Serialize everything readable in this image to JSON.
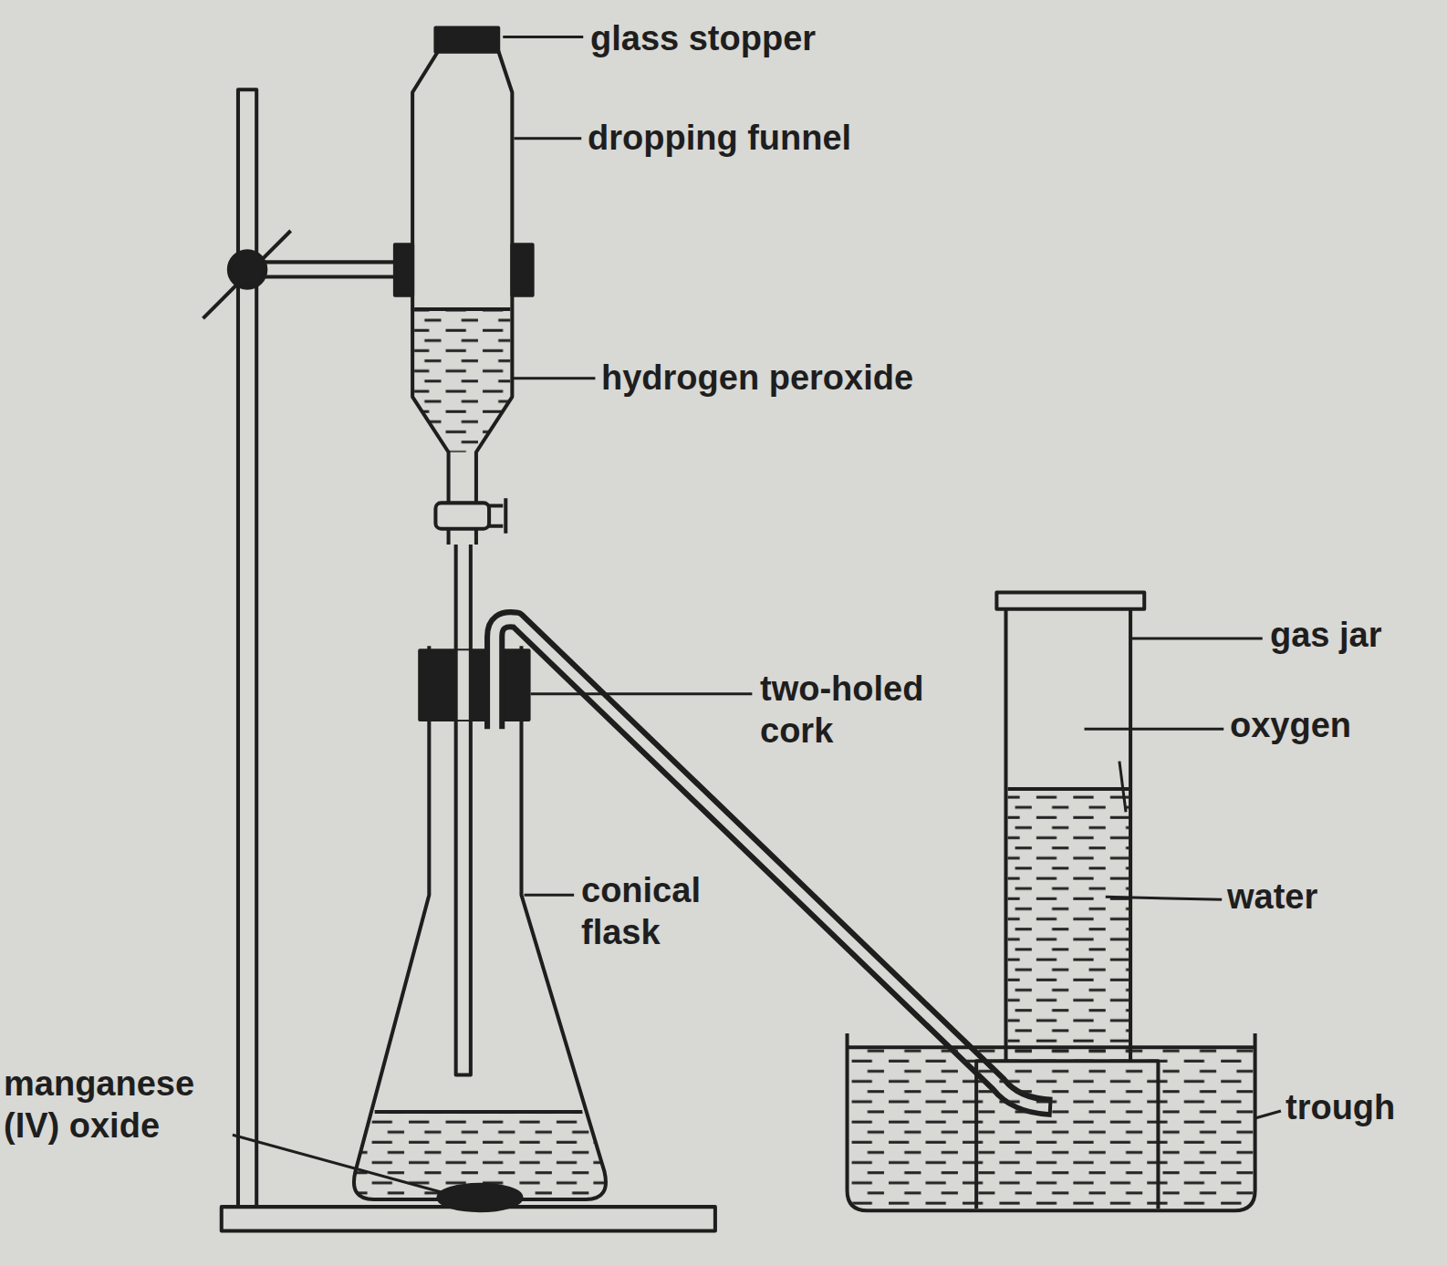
{
  "diagram": {
    "labels": [
      "glass stopper",
      "dropping funnel",
      "hydrogen peroxide",
      "two-holed cork",
      "conical flask",
      "manganese (IV) oxide",
      "gas jar",
      "oxygen",
      "water",
      "trough"
    ]
  }
}
